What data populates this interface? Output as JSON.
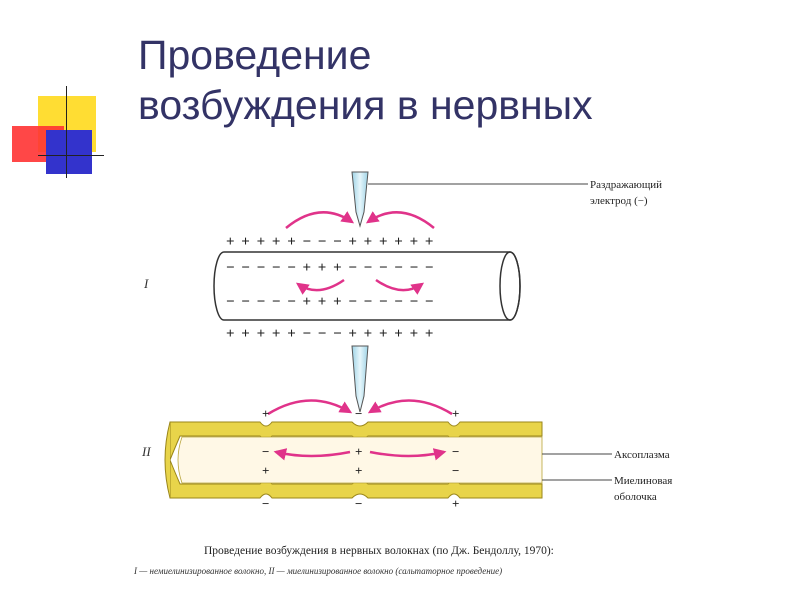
{
  "slide": {
    "title_line1": "Проведение",
    "title_line2": "возбуждения в нервных"
  },
  "figure": {
    "label_electrode": "Раздражающий",
    "label_electrode_2": "электрод  (−)",
    "label_axoplasm": "Аксоплазма",
    "label_myelin_1": "Миелиновая",
    "label_myelin_2": "оболочка",
    "roman_1": "I",
    "roman_2": "II",
    "caption_main": "Проведение возбуждения в нервных волокнах  (по Дж. Бендоллу, 1970):",
    "caption_sub": "I — немиелинизированное волокно, II — миелинизированное волокно  (сальтаторное проведение)",
    "charges_top_outer": "+ + + + + − − − + + + + + +",
    "charges_top_inner": "− − − − − + + + − − − − − −",
    "charges_bottom_inner": "− − − − − + + + − − − − − −",
    "charges_bottom_outer": "+ + + + + − − − + + + + + +"
  },
  "colors": {
    "title": "#333366",
    "arrow": "#e0338a",
    "myelin": "#e8d44a",
    "myelin_dark": "#c9b21e",
    "electrode": "#bfe3ef",
    "deco_yellow": "#ffdd33",
    "deco_red": "#ff3333",
    "deco_blue": "#3333cc"
  }
}
